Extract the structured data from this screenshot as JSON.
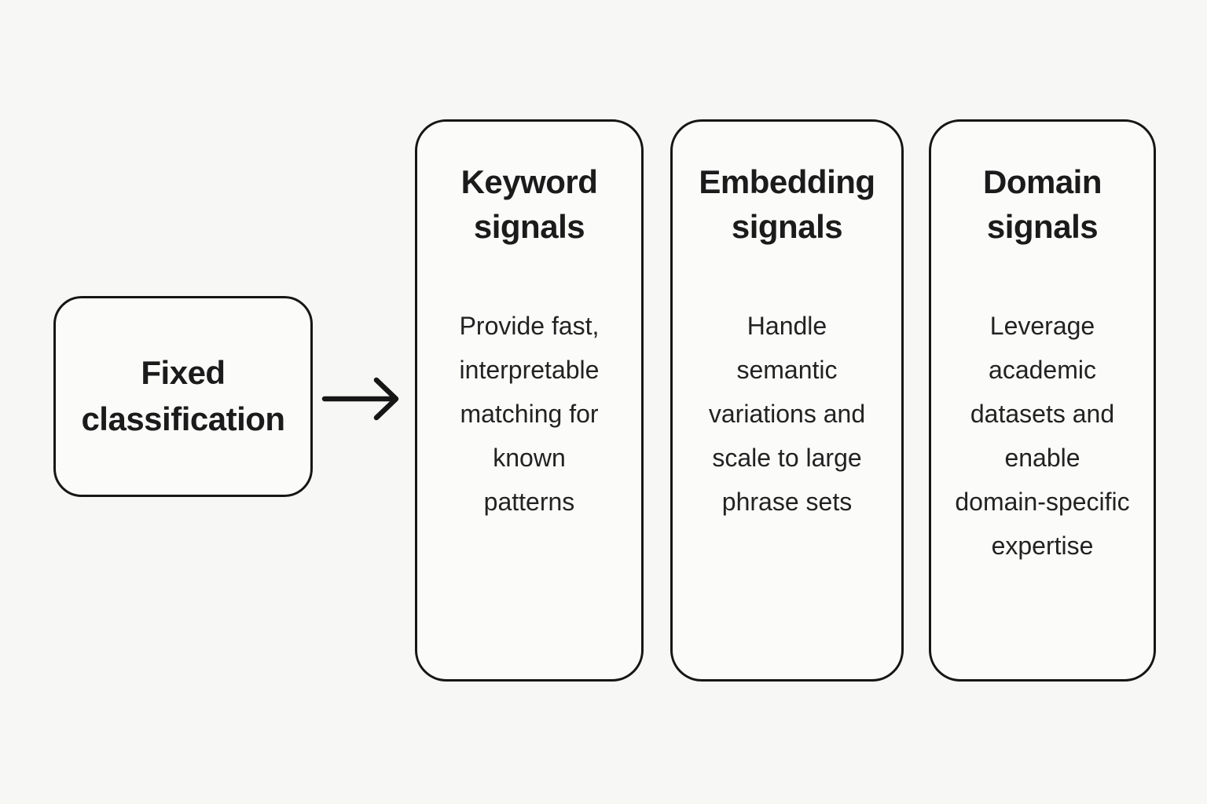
{
  "colors": {
    "background": "#f7f7f5",
    "node_fill": "#fbfbfa",
    "stroke": "#161616",
    "text": "#1e1e1e"
  },
  "diagram": {
    "source": {
      "label": "Fixed\nclassification"
    },
    "connector": {
      "icon": "right-arrow",
      "direction": "left-to-right"
    },
    "cards": [
      {
        "title": "Keyword\nsignals",
        "body": "Provide fast,\ninterpretable\nmatching for\nknown\npatterns"
      },
      {
        "title": "Embedding\nsignals",
        "body": "Handle\nsemantic\nvariations and\nscale to large\nphrase sets"
      },
      {
        "title": "Domain\nsignals",
        "body": "Leverage\nacademic\ndatasets and\nenable\ndomain-specific\nexpertise"
      }
    ]
  }
}
